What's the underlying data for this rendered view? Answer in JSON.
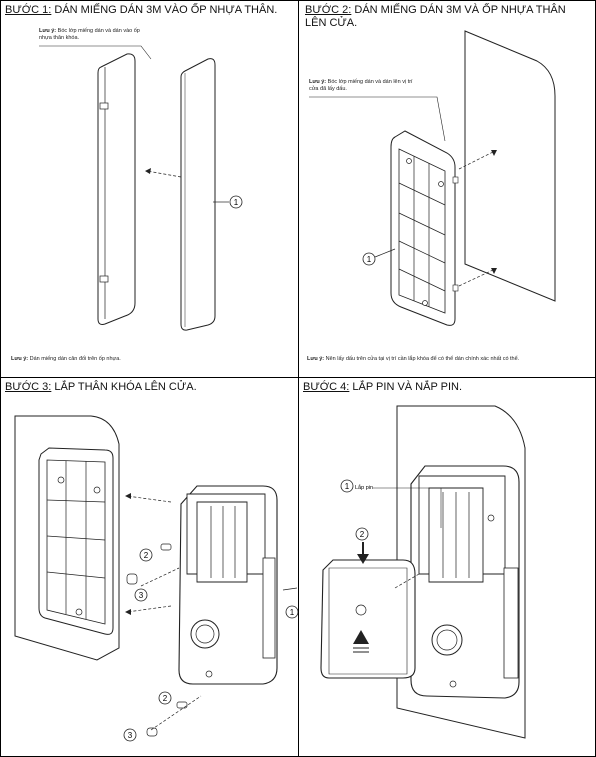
{
  "steps": [
    {
      "label": "BƯỚC 1:",
      "title": "DÁN  MIẾNG DÁN 3M VÀO ỐP NHỰA THÂN.",
      "note_top_label": "Lưu ý:",
      "note_top_text": "Bóc lớp miếng dán và dán vào ốp nhựa thân khóa.",
      "note_bottom_label": "Lưu ý:",
      "note_bottom_text": "Dán miếng dán cân đối trên ốp nhựa.",
      "callouts": [
        "1"
      ]
    },
    {
      "label": "BƯỚC 2:",
      "title": "DÁN MIẾNG DÁN 3M VÀ ỐP NHỰA THÂN LÊN CỬA.",
      "note_top_label": "Lưu ý:",
      "note_top_text": "Bóc lớp miếng dán và dán lên vị trí cửa đã lấy dấu.",
      "note_bottom_label": "Lưu ý:",
      "note_bottom_text": "Nên lấy dấu trên cửa tại vị trí cần lắp khóa để có thể dán chính xác nhất có thể.",
      "callouts": [
        "1"
      ]
    },
    {
      "label": "BƯỚC 3:",
      "title": "LẮP THÂN KHÓA LÊN CỬA.",
      "callouts": [
        "1",
        "2",
        "3",
        "2",
        "3"
      ]
    },
    {
      "label": "BƯỚC 4:",
      "title": "LẮP PIN VÀ NẮP PIN.",
      "battery_label": "Lắp pin",
      "callouts": [
        "1",
        "2"
      ]
    }
  ],
  "colors": {
    "line": "#222222",
    "fill": "#ffffff",
    "shade": "#e8e8e8",
    "door": "#f2f2f2"
  }
}
